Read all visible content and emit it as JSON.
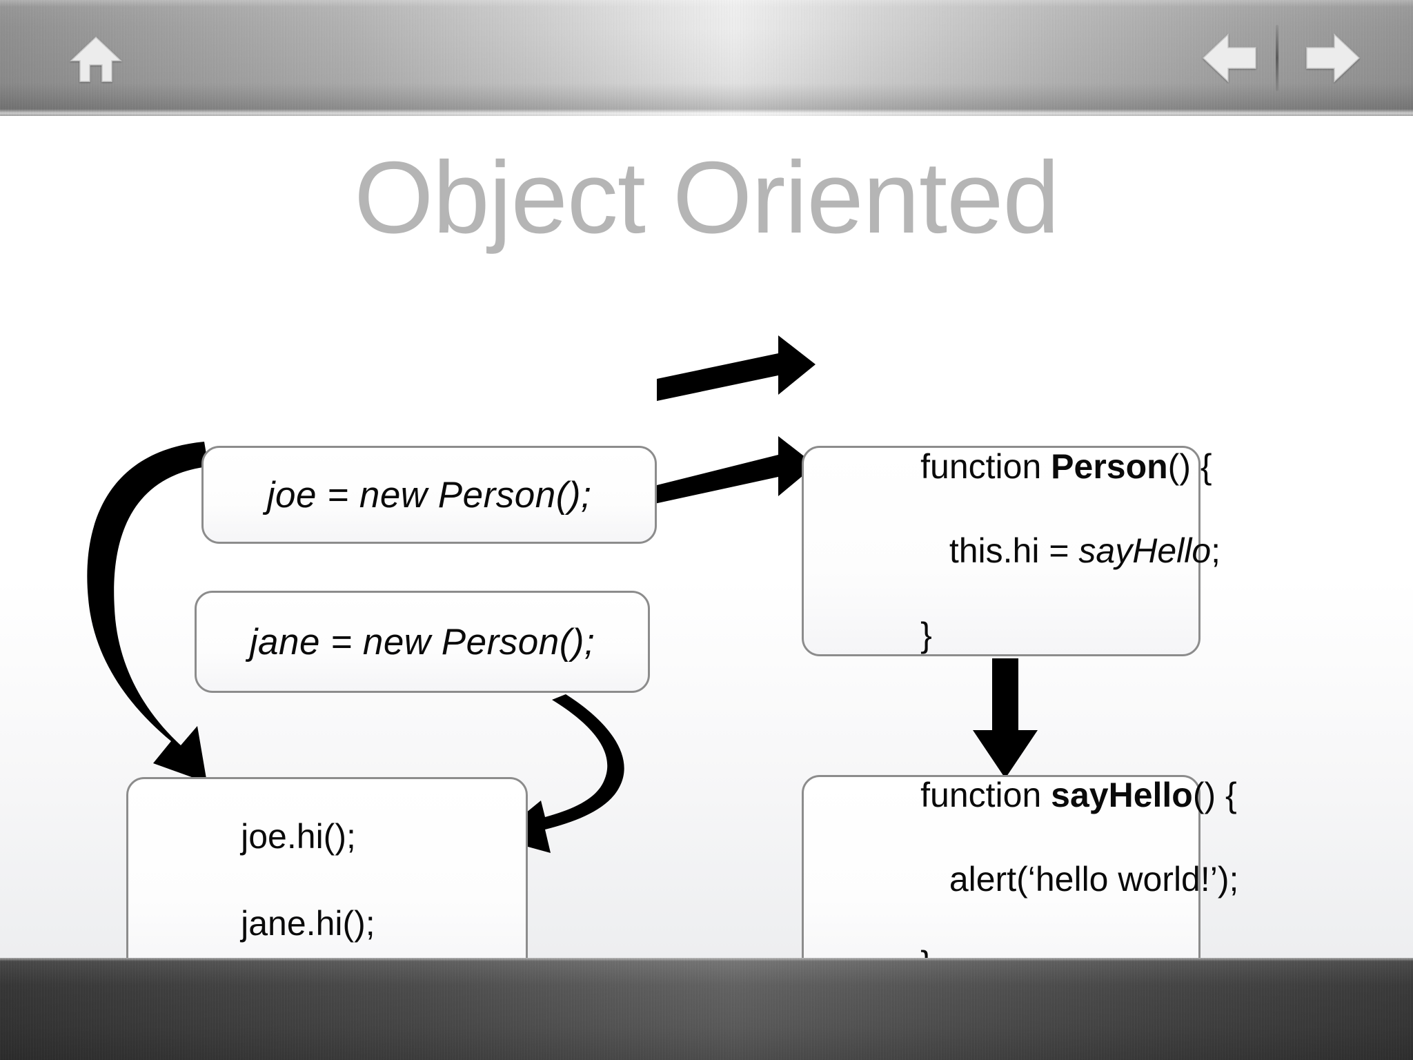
{
  "toolbar": {
    "home_icon": "home-icon",
    "back_icon": "arrow-left-icon",
    "forward_icon": "arrow-right-icon",
    "divider": "toolbar-divider"
  },
  "slide": {
    "title": "Object Oriented",
    "title_color": "#b5b5b5",
    "box_border_color": "#8c8c8c",
    "arrow_color": "#000000"
  },
  "boxes": {
    "joe": {
      "line1": "joe = new Person();"
    },
    "jane": {
      "line1": "jane = new Person();"
    },
    "calls": {
      "line1": "joe.hi();",
      "line2": "jane.hi();"
    },
    "person": {
      "line1_a": "function ",
      "line1_b": "Person",
      "line1_c": "() {",
      "line2_a": "   this.hi = ",
      "line2_b": "sayHello",
      "line2_c": ";",
      "line3": "}"
    },
    "sayhello": {
      "line1_a": "function ",
      "line1_b": "sayHello",
      "line1_c": "() {",
      "line2": "   alert(‘hello world!’);",
      "line3": "}"
    }
  },
  "arrows": [
    {
      "name": "joe-to-person",
      "kind": "straight-right"
    },
    {
      "name": "jane-to-person",
      "kind": "straight-right"
    },
    {
      "name": "joe-to-calls",
      "kind": "curve-left-down"
    },
    {
      "name": "jane-to-calls",
      "kind": "curve-right-down"
    },
    {
      "name": "person-to-sayhello",
      "kind": "straight-down"
    }
  ]
}
